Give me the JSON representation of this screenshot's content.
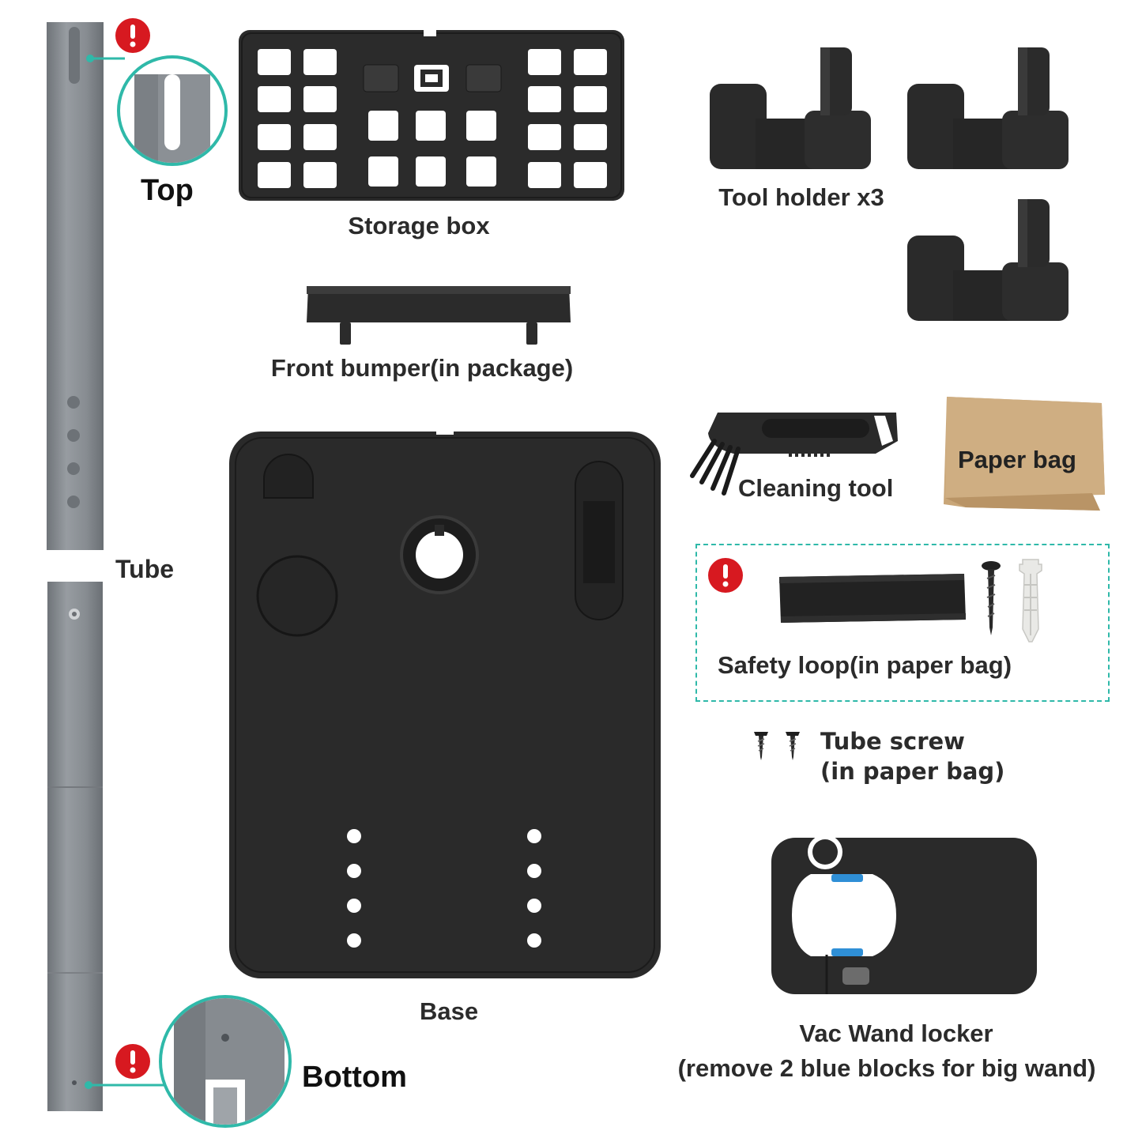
{
  "colors": {
    "part": "#2a2a2a",
    "tube": "#858a8f",
    "teal": "#2fb9a9",
    "warning": "#d71920",
    "paper": "#c9a678",
    "blue_block": "#2f8fd6",
    "background": "#ffffff"
  },
  "labels": {
    "top": "Top",
    "tube": "Tube",
    "bottom": "Bottom",
    "storage_box": "Storage box",
    "front_bumper": "Front bumper(in package)",
    "base": "Base",
    "tool_holder": "Tool holder x3",
    "cleaning_tool": "Cleaning tool",
    "paper_bag": "Paper bag",
    "safety_loop": "Safety loop(in paper bag)",
    "tube_screw_line1": "Tube screw",
    "tube_screw_line2": "(in paper bag)",
    "wand_locker_line1": "Vac Wand locker",
    "wand_locker_line2": "(remove 2 blue blocks for big wand)"
  },
  "warning_mark": "!",
  "icons": {
    "warning": "exclamation-circle-icon"
  }
}
